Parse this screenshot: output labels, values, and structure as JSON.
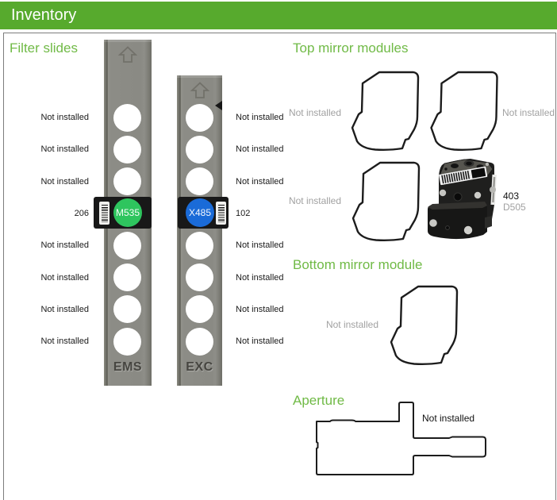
{
  "header": {
    "title": "Inventory"
  },
  "filter_slides": {
    "heading": "Filter slides",
    "slides": [
      {
        "name": "EMS",
        "rows": [
          "Not installed",
          "Not installed",
          "Not installed",
          "206",
          "Not installed",
          "Not installed",
          "Not installed",
          "Not installed"
        ],
        "filter": {
          "label": "M535",
          "color": "#2ec55e"
        }
      },
      {
        "name": "EXC",
        "rows": [
          "Not installed",
          "Not installed",
          "Not installed",
          "102",
          "Not installed",
          "Not installed",
          "Not installed",
          "Not installed"
        ],
        "filter": {
          "label": "X485",
          "color": "#1a6bd8"
        }
      }
    ]
  },
  "top_mirror_modules": {
    "heading": "Top mirror modules",
    "slots": [
      {
        "status": "Not installed"
      },
      {
        "status": "Not installed"
      },
      {
        "status": "Not installed"
      },
      {
        "id": "403",
        "code": "D505"
      }
    ]
  },
  "bottom_mirror_module": {
    "heading": "Bottom mirror module",
    "status": "Not installed"
  },
  "aperture": {
    "heading": "Aperture",
    "status": "Not installed"
  }
}
